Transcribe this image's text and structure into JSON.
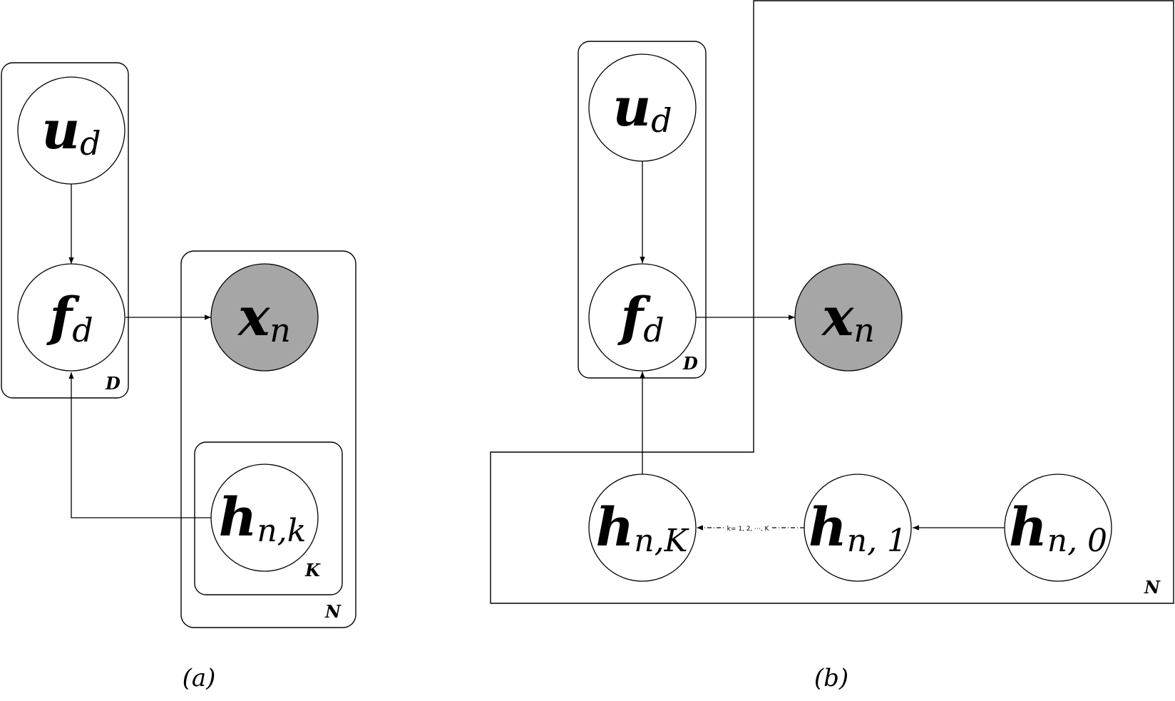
{
  "panel_a": {
    "caption": "(a)",
    "plates": {
      "D": "D",
      "N": "N",
      "K": "K"
    },
    "nodes": {
      "u": {
        "sym": "u",
        "sub": "d"
      },
      "f": {
        "sym": "f",
        "sub": "d"
      },
      "x": {
        "sym": "x",
        "sub": "n"
      },
      "h": {
        "sym": "h",
        "sub": "n,k"
      }
    }
  },
  "panel_b": {
    "caption": "(b)",
    "plates": {
      "D": "D",
      "N": "N"
    },
    "nodes": {
      "u": {
        "sym": "u",
        "sub": "d"
      },
      "f": {
        "sym": "f",
        "sub": "d"
      },
      "x": {
        "sym": "x",
        "sub": "n"
      },
      "hK": {
        "sym": "h",
        "sub": "n,K"
      },
      "h1": {
        "sym": "h",
        "sub": "n, 1"
      },
      "h0": {
        "sym": "h",
        "sub": "n, 0"
      }
    },
    "edge_label": "k= 1, 2, ···, K"
  },
  "colors": {
    "observed_fill": "#a6a6a6",
    "latent_fill": "#ffffff"
  }
}
